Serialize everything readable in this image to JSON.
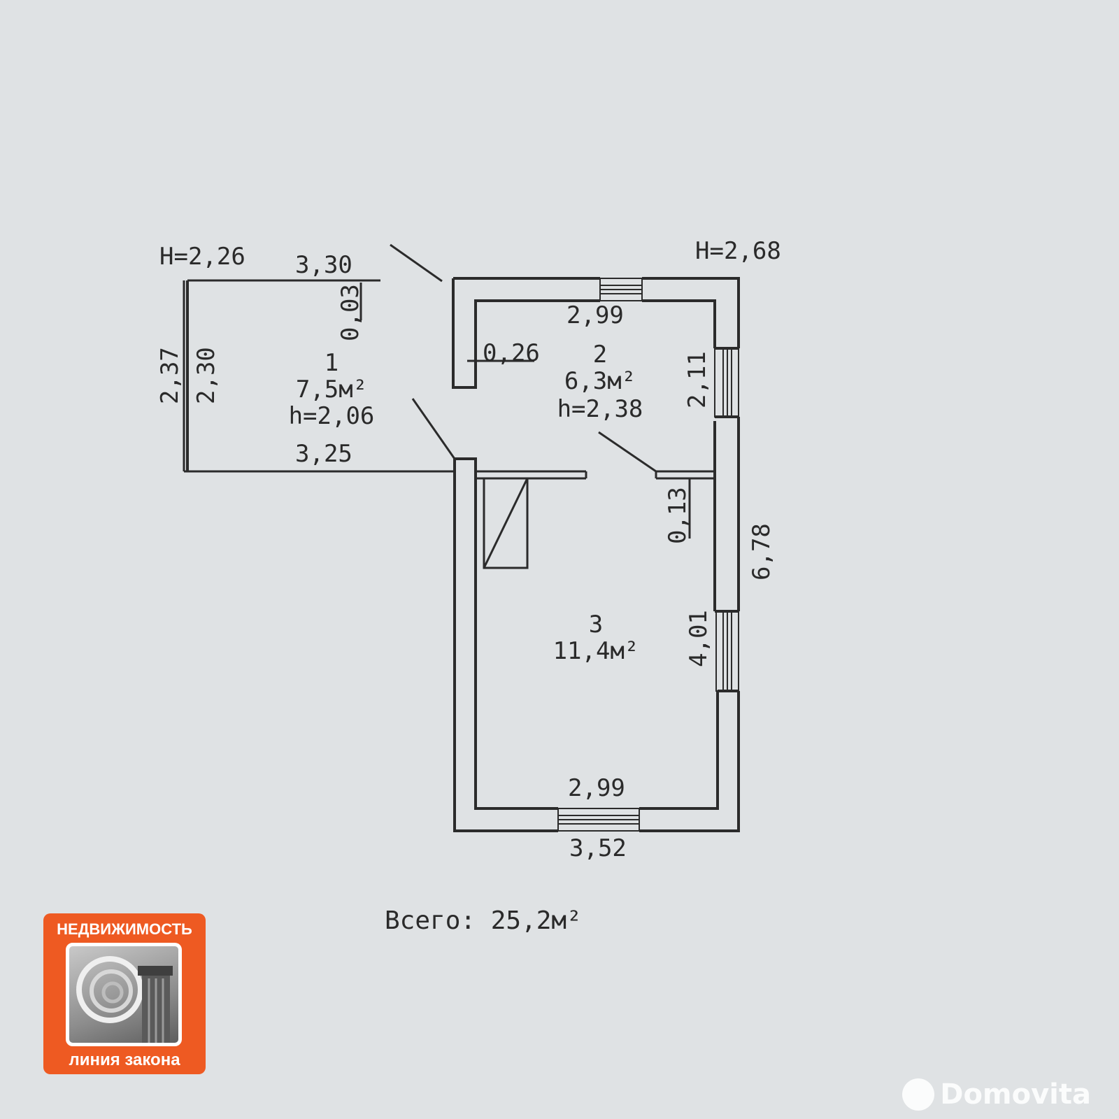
{
  "heights": {
    "left": "H=2,26",
    "right": "H=2,68"
  },
  "dims": {
    "room1_top": "3,30",
    "room1_bottom": "3,25",
    "room1_outer_left": "2,37",
    "room1_inner_left": "2,30",
    "room1_wall": "0,03",
    "partition": "0,26",
    "room2_top": "2,99",
    "room2_right": "2,11",
    "wall_013": "0,13",
    "right_total": "6,78",
    "room3_right": "4,01",
    "room3_inner_bottom": "2,99",
    "outer_bottom": "3,52"
  },
  "rooms": [
    {
      "number": "1",
      "area": "7,5м²",
      "height": "h=2,06"
    },
    {
      "number": "2",
      "area": "6,3м²",
      "height": "h=2,38"
    },
    {
      "number": "3",
      "area": "11,4м²"
    }
  ],
  "total": "Всего: 25,2м²",
  "badge": {
    "top": "НЕДВИЖИМОСТЬ",
    "bottom": "линия закона"
  },
  "watermark": "Domovita"
}
